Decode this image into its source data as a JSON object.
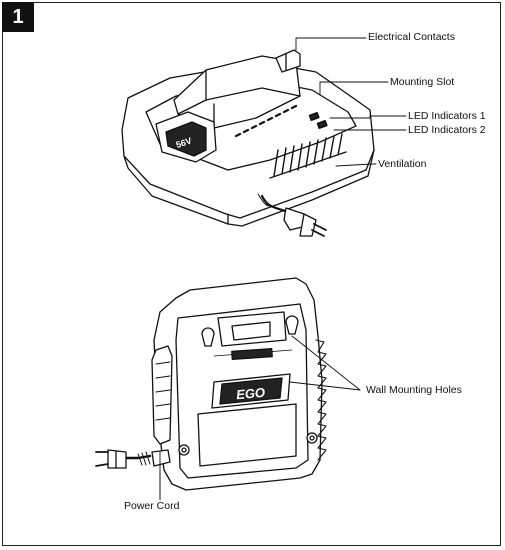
{
  "figure": {
    "number": "1",
    "callouts": {
      "electrical_contacts": "Electrical Contacts",
      "mounting_slot": "Mounting Slot",
      "led_indicators_1": "LED Indicators 1",
      "led_indicators_2": "LED Indicators 2",
      "ventilation": "Ventilation",
      "wall_mounting_holes": "Wall Mounting Holes",
      "power_cord": "Power Cord"
    },
    "device_markings": {
      "voltage_badge": "56V",
      "brand_logo": "EGO"
    }
  }
}
